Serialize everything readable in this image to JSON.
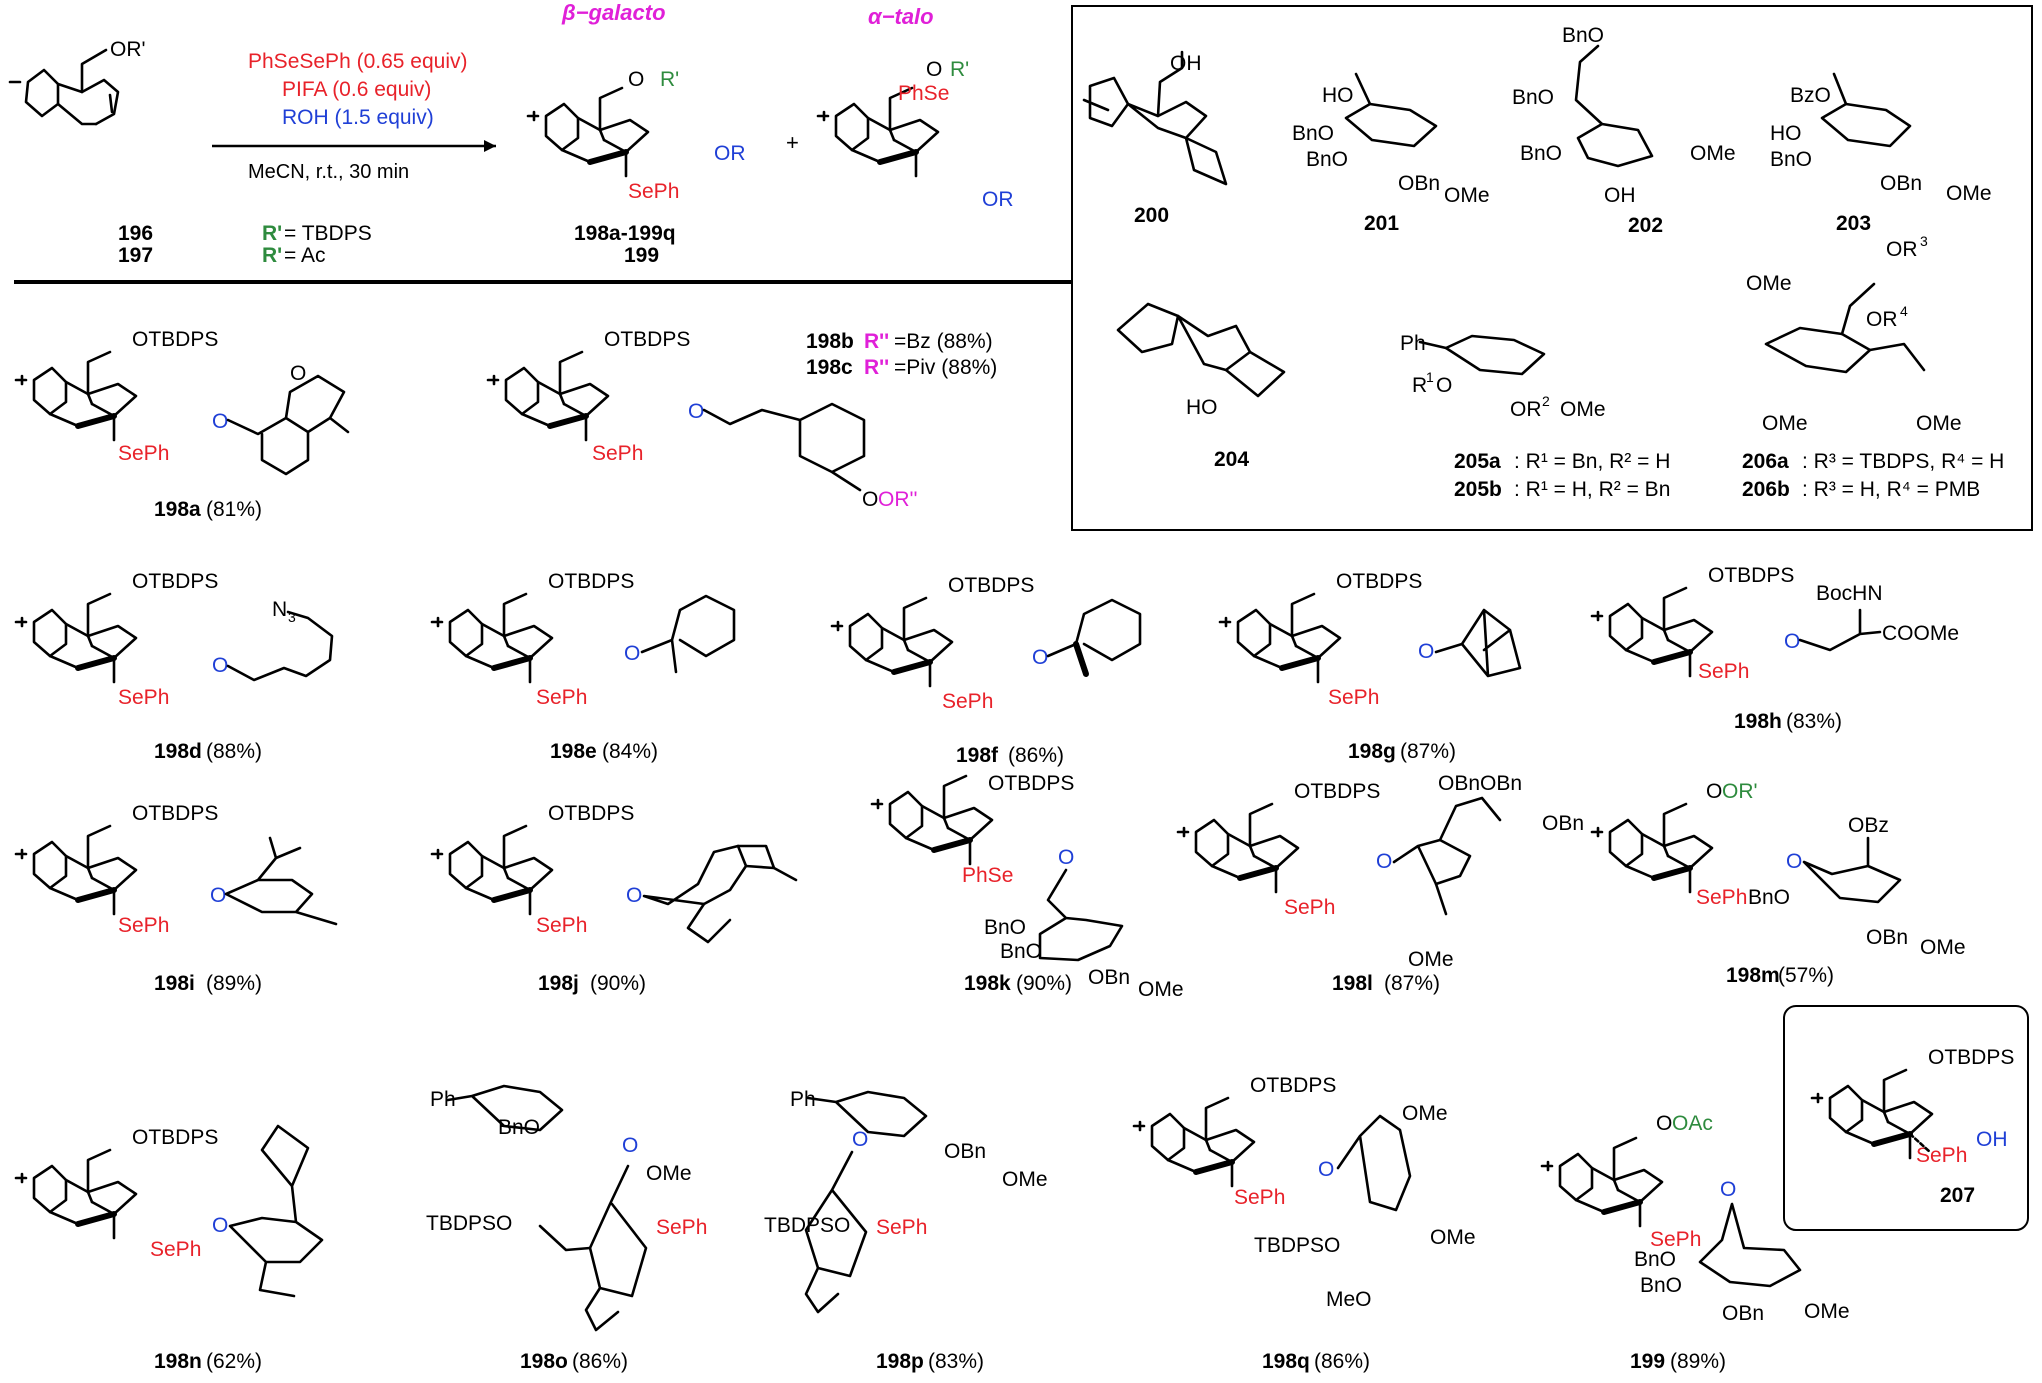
{
  "scheme": {
    "header": {
      "reagents": [
        {
          "text": "PhSeSePh (0.65 equiv)",
          "color": "#e8222a"
        },
        {
          "text": "PIFA (0.6 equiv)",
          "color": "#e8222a"
        },
        {
          "text": "ROH (1.5 equiv)",
          "color": "#1f3fd6"
        }
      ],
      "conditions": "MeCN, r.t., 30 min",
      "plus": "+",
      "start_ids": [
        "196",
        "197"
      ],
      "r_groups": [
        {
          "prefix": "R'",
          "value": " = TBDPS"
        },
        {
          "prefix": "R'",
          "value": " = Ac"
        }
      ],
      "product_ids": [
        "198a-199q",
        "199"
      ],
      "product_beta": "β−galacto",
      "product_alpha": "α−talo",
      "start_labels": {
        "oracute": "OR'"
      },
      "beta_labels": {
        "r1": "R'",
        "o1": "O",
        "seph": "SePh",
        "or": "OR"
      },
      "alpha_labels": {
        "r1": "R'",
        "o1": "O",
        "phse": "PhSe",
        "or": "OR"
      }
    },
    "acceptors_box": {
      "compounds": [
        {
          "id": "200"
        },
        {
          "id": "201"
        },
        {
          "id": "202"
        },
        {
          "id": "203"
        },
        {
          "id": "204"
        }
      ],
      "labels_201": [
        "HO",
        "BnO",
        "BnO",
        "OBn",
        "OMe"
      ],
      "labels_202": [
        "BnO",
        "BnO",
        "BnO",
        "OH",
        "OMe"
      ],
      "labels_203": [
        "BzO",
        "HO",
        "BnO",
        "OBn",
        "OMe"
      ],
      "labels_204": [
        "HO"
      ],
      "labels_205": [
        "Ph",
        "R",
        "1",
        "O",
        "OR",
        "2",
        "OMe"
      ],
      "labels_206": [
        "OMe",
        "OR",
        "3",
        "OR",
        "4",
        "OMe",
        "OMe"
      ],
      "caption_205a": {
        "id": "205a",
        "text": ": R¹ = Bn, R² = H"
      },
      "caption_205b": {
        "id": "205b",
        "text": ": R¹ = H, R² = Bn"
      },
      "caption_206a": {
        "id": "206a",
        "text": ": R³ = TBDPS, R⁴ = H"
      },
      "caption_206b": {
        "id": "206b",
        "text": ": R³ = H, R⁴ = PMB"
      }
    },
    "products": [
      {
        "id": "198a",
        "yield": "(81%)"
      },
      {
        "id": "198d",
        "yield": "(88%)"
      },
      {
        "id": "198e",
        "yield": "(84%)"
      },
      {
        "id": "198f",
        "yield": "(86%)"
      },
      {
        "id": "198g",
        "yield": "(87%)"
      },
      {
        "id": "198h",
        "yield": "(83%)"
      },
      {
        "id": "198i",
        "yield": "(89%)"
      },
      {
        "id": "198j",
        "yield": "(90%)"
      },
      {
        "id": "198k",
        "yield": "(90%)"
      },
      {
        "id": "198l",
        "yield": "(87%)"
      },
      {
        "id": "198m",
        "yield": "(57%)"
      },
      {
        "id": "198n",
        "yield": "(62%)"
      },
      {
        "id": "198o",
        "yield": "(86%)"
      },
      {
        "id": "198p",
        "yield": "(83%)"
      },
      {
        "id": "198q",
        "yield": "(86%)"
      },
      {
        "id": "199",
        "yield": "(89%)"
      }
    ],
    "bc_note": [
      {
        "id": "198b",
        "r": "R''",
        "text": " =Bz (88%)"
      },
      {
        "id": "198c",
        "r": "R''",
        "text": " =Piv (88%)"
      }
    ],
    "side_labels": {
      "otbdps": "OTBDPS",
      "oac": "OAc",
      "or_prime": "OR'",
      "orpp": "OR''",
      "seph": "SePh",
      "phse": "PhSe",
      "o": "O",
      "n3": "N",
      "n3sub": "3",
      "bochn": "BocHN",
      "coome": "COOMe",
      "obz": "OBz",
      "bno": "BnO",
      "obn": "OBn",
      "ome": "OMe",
      "meo": "MeO",
      "tbdpso": "TBDPSO",
      "ph": "Ph",
      "oh": "OH"
    },
    "inset": {
      "id": "207",
      "labels": {
        "otbdps": "OTBDPS",
        "seph": "SePh",
        "oh": "OH"
      }
    },
    "colors": {
      "red": "#e8222a",
      "blue": "#1f3fd6",
      "green": "#2e8b3e",
      "magenta": "#e020d8",
      "black": "#000000"
    }
  }
}
